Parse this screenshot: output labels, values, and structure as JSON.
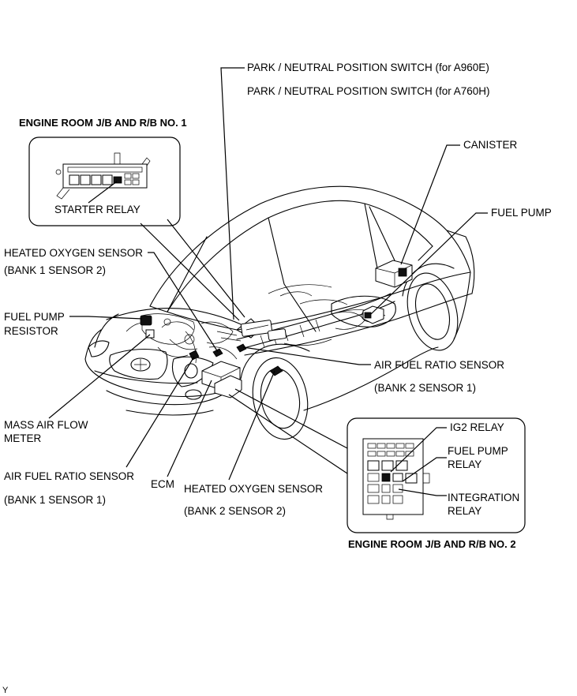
{
  "labels": {
    "park_switch_a960e": "PARK / NEUTRAL POSITION SWITCH (for A960E)",
    "park_switch_a760h": "PARK / NEUTRAL POSITION SWITCH (for A760H)",
    "jb_no1_title": "ENGINE ROOM J/B AND R/B NO. 1",
    "starter_relay": "STARTER RELAY",
    "canister": "CANISTER",
    "fuel_pump": "FUEL PUMP",
    "heated_oxygen_b1s2_line1": "HEATED OXYGEN SENSOR",
    "heated_oxygen_b1s2_line2": "(BANK 1 SENSOR 2)",
    "fuel_pump_resistor_line1": "FUEL PUMP",
    "fuel_pump_resistor_line2": "RESISTOR",
    "air_fuel_b2s1_line1": "AIR FUEL RATIO SENSOR",
    "air_fuel_b2s1_line2": "(BANK 2 SENSOR 1)",
    "mass_air_flow_line1": "MASS AIR FLOW",
    "mass_air_flow_line2": "METER",
    "air_fuel_b1s1_line1": "AIR FUEL RATIO SENSOR",
    "air_fuel_b1s1_line2": "(BANK 1 SENSOR 1)",
    "ecm": "ECM",
    "heated_oxygen_b2s2_line1": "HEATED OXYGEN SENSOR",
    "heated_oxygen_b2s2_line2": "(BANK 2 SENSOR 2)",
    "ig2_relay": "IG2 RELAY",
    "fuel_pump_relay_line1": "FUEL PUMP",
    "fuel_pump_relay_line2": "RELAY",
    "integration_relay_line1": "INTEGRATION",
    "integration_relay_line2": "RELAY",
    "jb_no2_title": "ENGINE ROOM J/B AND R/B NO. 2",
    "corner_mark": "Y"
  }
}
